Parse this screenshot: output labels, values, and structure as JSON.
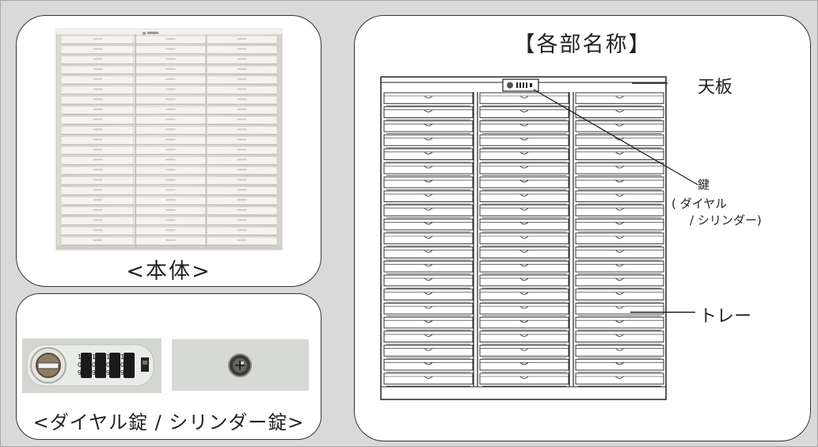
{
  "body_panel": {
    "caption": "<本体>"
  },
  "lock_panel": {
    "caption": "<ダイヤル錠 / シリンダー錠>",
    "dial_digits": [
      "1",
      "0",
      "9",
      "1",
      "0",
      "9",
      "1",
      "0",
      "9",
      "1",
      "0",
      "9"
    ]
  },
  "parts_panel": {
    "title": "【各部名称】",
    "labels": {
      "top_plate": "天板",
      "lock_main": "鍵",
      "lock_sub1": "( ダイヤル",
      "lock_sub2": "/ シリンダー)",
      "tray": "トレー"
    }
  },
  "colors": {
    "background": "#d9d9d9",
    "cabinet": "#e6e4de",
    "line": "#222222"
  },
  "icons": [
    "cabinet-photo",
    "dial-lock-photo",
    "cylinder-lock-photo",
    "cabinet-line-drawing"
  ]
}
